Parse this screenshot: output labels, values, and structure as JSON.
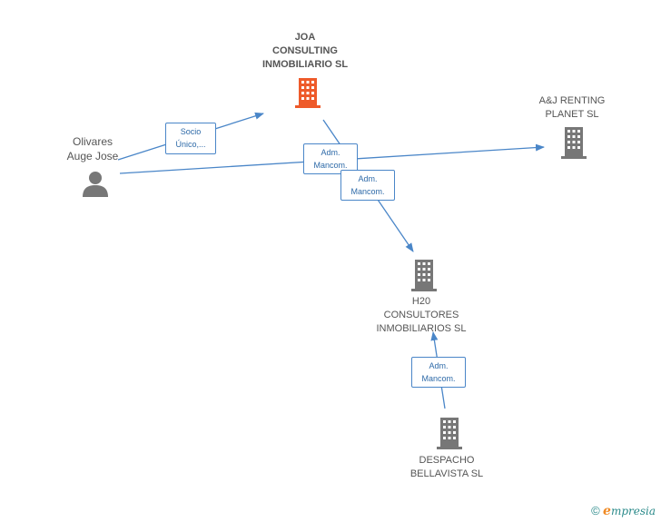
{
  "nodes": {
    "joa": {
      "lines": [
        "JOA",
        "CONSULTING",
        "INMOBILIARIO SL"
      ],
      "color": "#ee5a2a"
    },
    "aj": {
      "lines": [
        "A&J RENTING",
        "PLANET SL"
      ],
      "color": "#777777"
    },
    "olivares": {
      "lines": [
        "Olivares",
        "Auge Jose"
      ],
      "color": "#777777"
    },
    "h20": {
      "lines": [
        "H20",
        "CONSULTORES",
        "INMOBILIARIOS SL"
      ],
      "color": "#777777"
    },
    "despacho": {
      "lines": [
        "DESPACHO",
        "BELLAVISTA SL"
      ],
      "color": "#777777"
    }
  },
  "edges": {
    "socio": [
      "Socio",
      "Único,..."
    ],
    "adm1": [
      "Adm.",
      "Mancom."
    ],
    "adm2": [
      "Adm.",
      "Mancom."
    ],
    "adm3": [
      "Adm.",
      "Mancom."
    ]
  },
  "colors": {
    "edge": "#4a86c8",
    "highlight": "#ee5a2a",
    "company": "#777777"
  },
  "brand": {
    "copyright": "©",
    "e": "e",
    "rest": "mpresia"
  }
}
